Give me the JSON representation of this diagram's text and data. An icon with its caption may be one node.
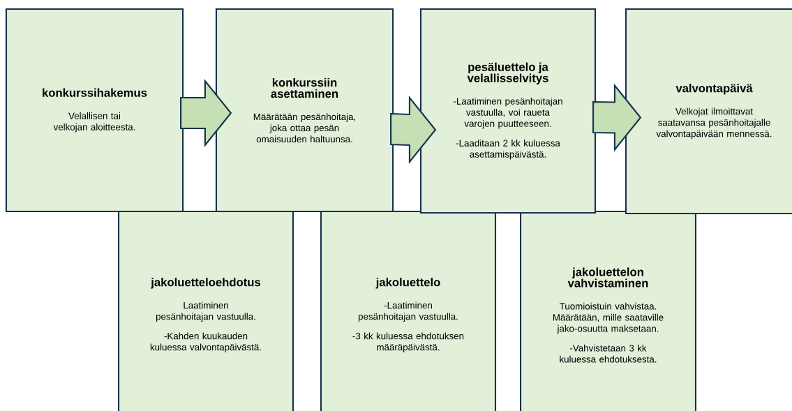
{
  "diagram": {
    "nodes": [
      {
        "text": [
          "konkurssihakemus",
          "Velallisen tai velkojan aloitteesta."
        ]
      },
      {
        "text": [
          "konkurssiin asettaminen",
          "Määrätään pesänhoitaja, joka ottaa pesän omaisuuden haltuunsa."
        ]
      },
      {
        "text": [
          "pesäluettelo ja velallisselvitys",
          "-Laatiminen pesänhoitajan vastuulla, voi raueta varojen puutteeseen.",
          "-Laaditaan 2 kk kuluessa asettamispäivästä."
        ]
      },
      {
        "text": [
          "valvontapäivä",
          "Velkojat ilmoittavat saatavansa pesänhoitajalle valvontapäivään mennessä."
        ]
      },
      {
        "text": [
          "jakoluetteloehdotus",
          "Laatiminen pesänhoitajan vastuulla.",
          "-Kahden kuukauden kuluessa valvontapäivästä."
        ]
      },
      {
        "text": [
          "jakoluettelo",
          "-Laatiminen pesänhoitajan vastuulla.",
          "-3 kk kuluessa ehdotuksen määräpäivästä."
        ]
      },
      {
        "text": [
          "jakoluettelon vahvistaminen",
          "Tuomioistuin vahvistaa. Määrätään, mille saataville jako-osuutta maksetaan.",
          "-Vahvistetaan 3 kk kuluessa ehdotuksesta."
        ]
      }
    ],
    "edges": [
      {
        "from": 0,
        "to": 1,
        "arrow": "to"
      },
      {
        "from": 1,
        "to": 2,
        "arrow": "to"
      },
      {
        "from": 2,
        "to": 3,
        "arrow": "to"
      }
    ]
  }
}
